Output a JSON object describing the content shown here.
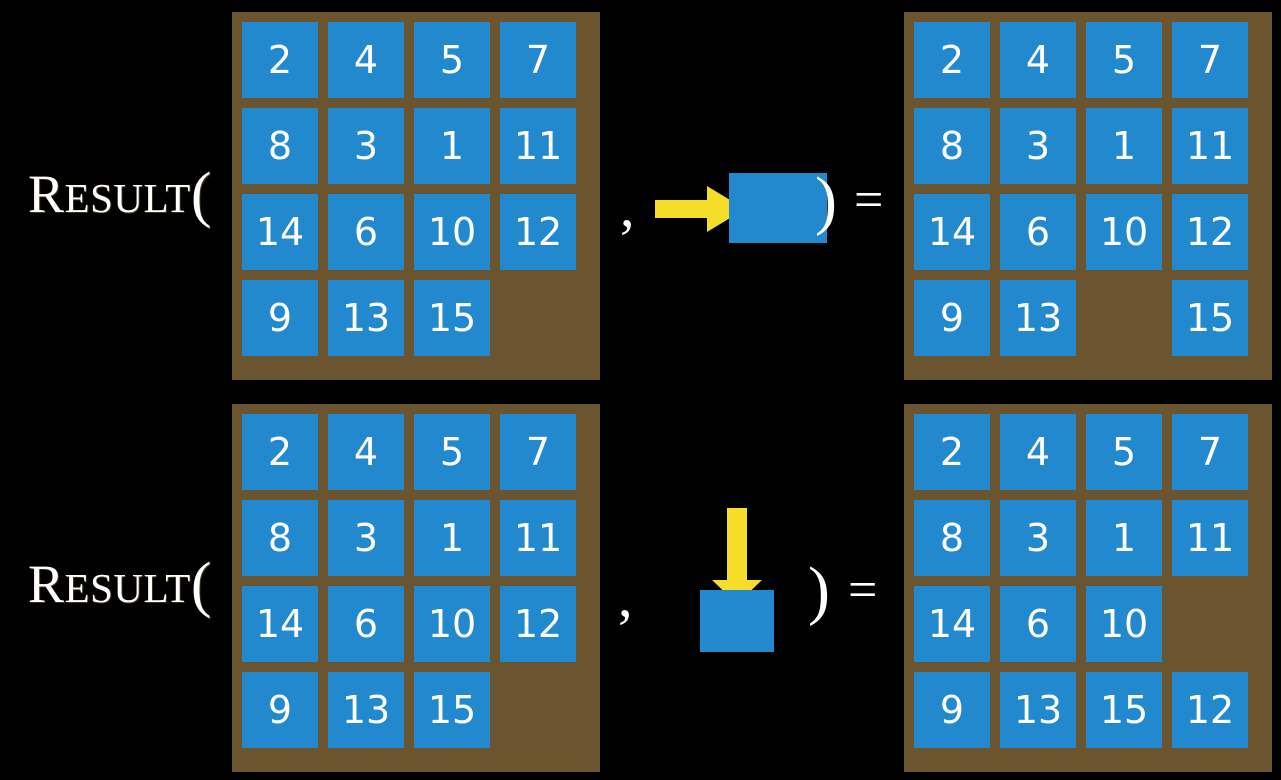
{
  "background_color": "#000000",
  "colors": {
    "tile_blue": "#2389ce",
    "board_brown": "#6b5530",
    "arrow_yellow": "#f5dd2a",
    "text_white": "#ffffff"
  },
  "label": {
    "initial": "R",
    "rest": "ESULT",
    "open_paren": "(",
    "full": "RESULT("
  },
  "operators": {
    "comma": ",",
    "close_paren": ")",
    "equals": "="
  },
  "rows": [
    {
      "id": "row-right-move",
      "label": {
        "initial": "R",
        "rest": "ESULT",
        "open_paren": "("
      },
      "input_board": {
        "name": "input-board-top",
        "rows": 4,
        "cols": 4,
        "tiles": [
          [
            "2",
            "4",
            "5",
            "7"
          ],
          [
            "8",
            "3",
            "1",
            "11"
          ],
          [
            "14",
            "6",
            "10",
            "12"
          ],
          [
            "9",
            "13",
            "15",
            ""
          ]
        ]
      },
      "action": {
        "name": "move-right-action",
        "arrow_icon": "arrow-right-icon",
        "direction": "right",
        "arrow_color": "#f5dd2a",
        "tile_color": "#2389ce"
      },
      "output_board": {
        "name": "output-board-top",
        "rows": 4,
        "cols": 4,
        "tiles": [
          [
            "2",
            "4",
            "5",
            "7"
          ],
          [
            "8",
            "3",
            "1",
            "11"
          ],
          [
            "14",
            "6",
            "10",
            "12"
          ],
          [
            "9",
            "13",
            "",
            "15"
          ]
        ]
      }
    },
    {
      "id": "row-down-move",
      "label": {
        "initial": "R",
        "rest": "ESULT",
        "open_paren": "("
      },
      "input_board": {
        "name": "input-board-bottom",
        "rows": 4,
        "cols": 4,
        "tiles": [
          [
            "2",
            "4",
            "5",
            "7"
          ],
          [
            "8",
            "3",
            "1",
            "11"
          ],
          [
            "14",
            "6",
            "10",
            "12"
          ],
          [
            "9",
            "13",
            "15",
            ""
          ]
        ]
      },
      "action": {
        "name": "move-down-action",
        "arrow_icon": "arrow-down-icon",
        "direction": "down",
        "arrow_color": "#f5dd2a",
        "tile_color": "#2389ce"
      },
      "output_board": {
        "name": "output-board-bottom",
        "rows": 4,
        "cols": 4,
        "tiles": [
          [
            "2",
            "4",
            "5",
            "7"
          ],
          [
            "8",
            "3",
            "1",
            "11"
          ],
          [
            "14",
            "6",
            "10",
            ""
          ],
          [
            "9",
            "13",
            "15",
            "12"
          ]
        ]
      }
    }
  ]
}
